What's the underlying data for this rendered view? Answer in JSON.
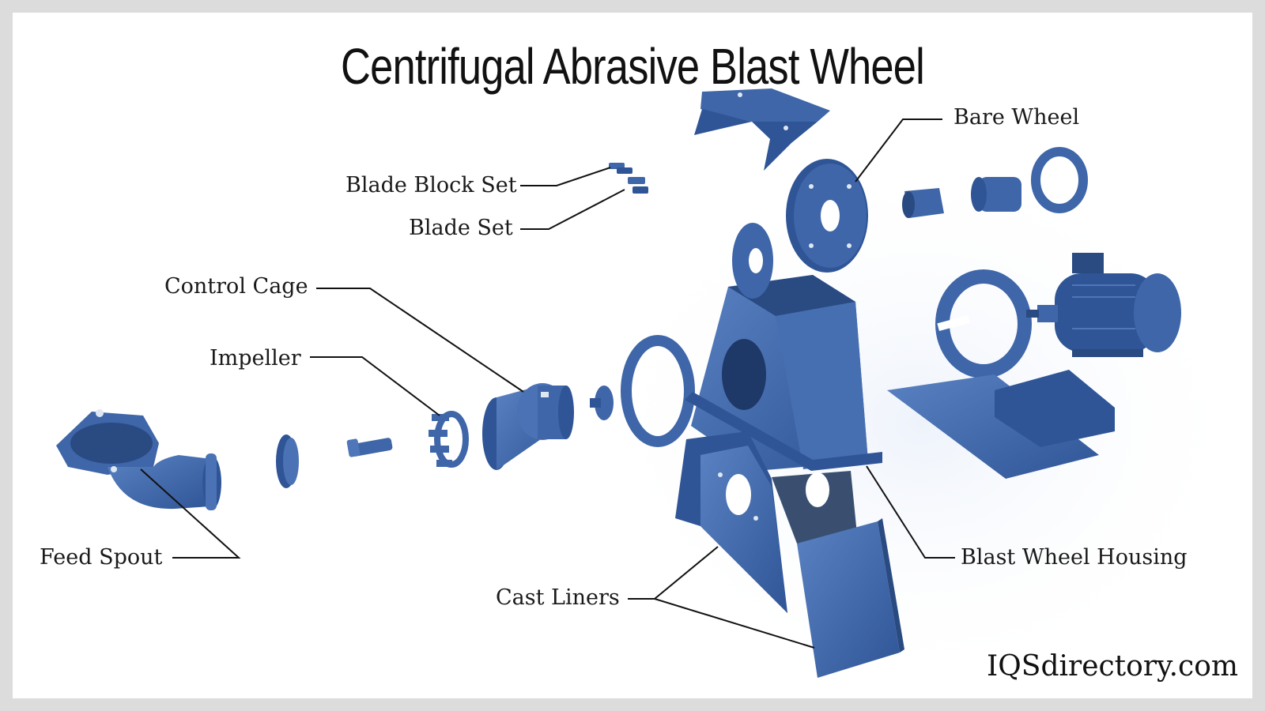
{
  "title": "Centrifugal Abrasive Blast Wheel",
  "labels": {
    "bare_wheel": "Bare Wheel",
    "blade_block_set": "Blade Block Set",
    "blade_set": "Blade Set",
    "control_cage": "Control Cage",
    "impeller": "Impeller",
    "feed_spout": "Feed Spout",
    "cast_liners": "Cast Liners",
    "blast_wheel_housing": "Blast Wheel Housing"
  },
  "watermark": "IQSdirectory.com",
  "colors": {
    "part_main": "#3e66a8",
    "part_dark": "#2b4f8c",
    "part_light": "#5c84c4",
    "leader_line": "#111111",
    "background": "#ffffff",
    "frame": "#dcdcdc"
  }
}
